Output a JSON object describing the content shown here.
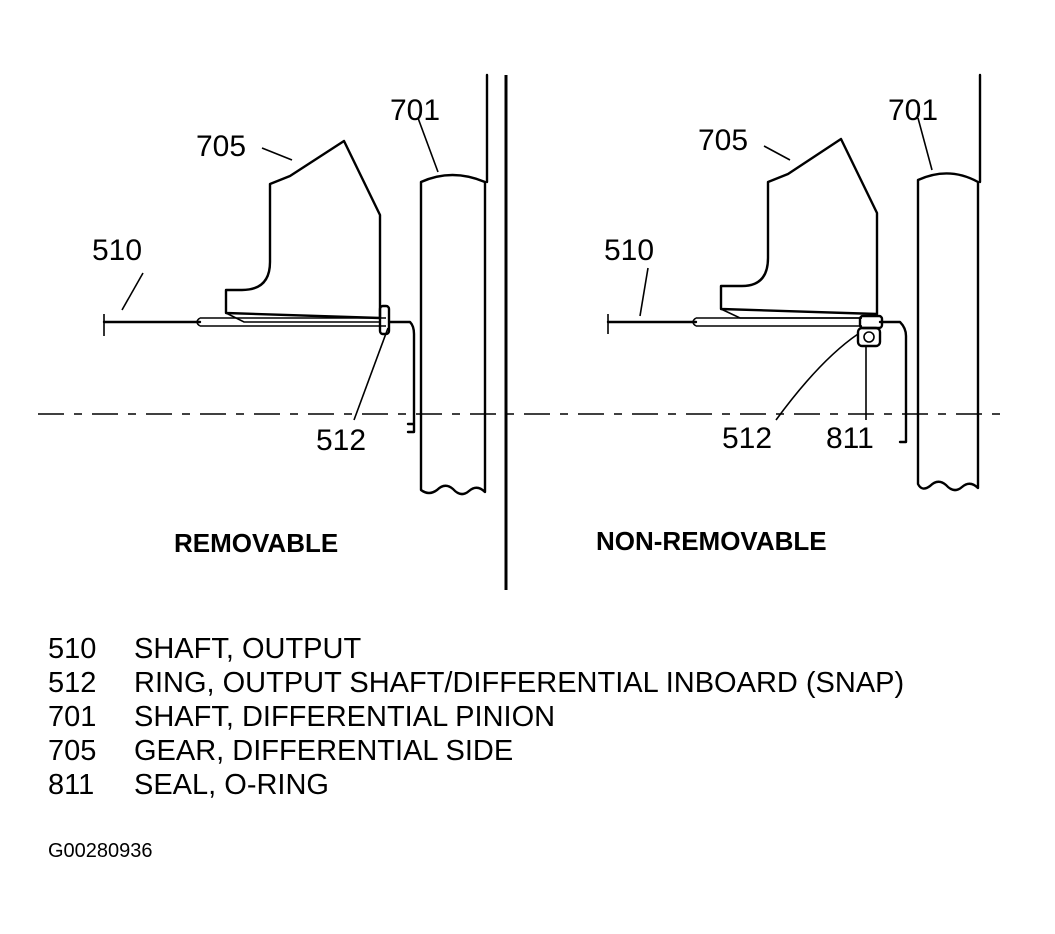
{
  "panels": [
    {
      "caption": "REMOVABLE",
      "callouts": {
        "c510": "510",
        "c512": "512",
        "c701": "701",
        "c705": "705"
      }
    },
    {
      "caption": "NON-REMOVABLE",
      "callouts": {
        "c510": "510",
        "c512": "512",
        "c701": "701",
        "c705": "705",
        "c811": "811"
      }
    }
  ],
  "legend": [
    {
      "number": "510",
      "description": "SHAFT, OUTPUT"
    },
    {
      "number": "512",
      "description": "RING, OUTPUT SHAFT/DIFFERENTIAL INBOARD (SNAP)"
    },
    {
      "number": "701",
      "description": "SHAFT, DIFFERENTIAL PINION"
    },
    {
      "number": "705",
      "description": "GEAR, DIFFERENTIAL SIDE"
    },
    {
      "number": "811",
      "description": "SEAL, O-RING"
    }
  ],
  "figure_id": "G00280936"
}
